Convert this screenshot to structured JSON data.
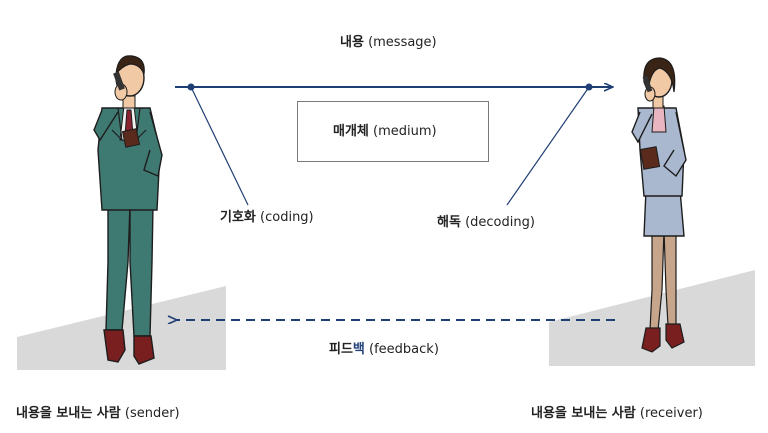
{
  "message": {
    "ko": "내용",
    "en": "(message)"
  },
  "medium": {
    "ko": "매개체",
    "en": "(medium)"
  },
  "coding": {
    "ko": "기호화",
    "en": "(coding)"
  },
  "decoding": {
    "ko": "해독",
    "en": "(decoding)"
  },
  "feedback": {
    "ko_part1": "피드",
    "ko_part2": "백",
    "en": "(feedback)"
  },
  "sender": {
    "ko": "내용을 보내는 사람",
    "en": "(sender)"
  },
  "receiver": {
    "ko": "내용을 보내는 사람",
    "en": "(receiver)"
  },
  "colors": {
    "arrow": "#1f3f74",
    "ramp": "#d9d9d9",
    "sender_suit": "#3f7a72",
    "receiver_suit": "#a9b8cf",
    "shoes": "#7a1f1f",
    "tie": "#8a2230"
  }
}
